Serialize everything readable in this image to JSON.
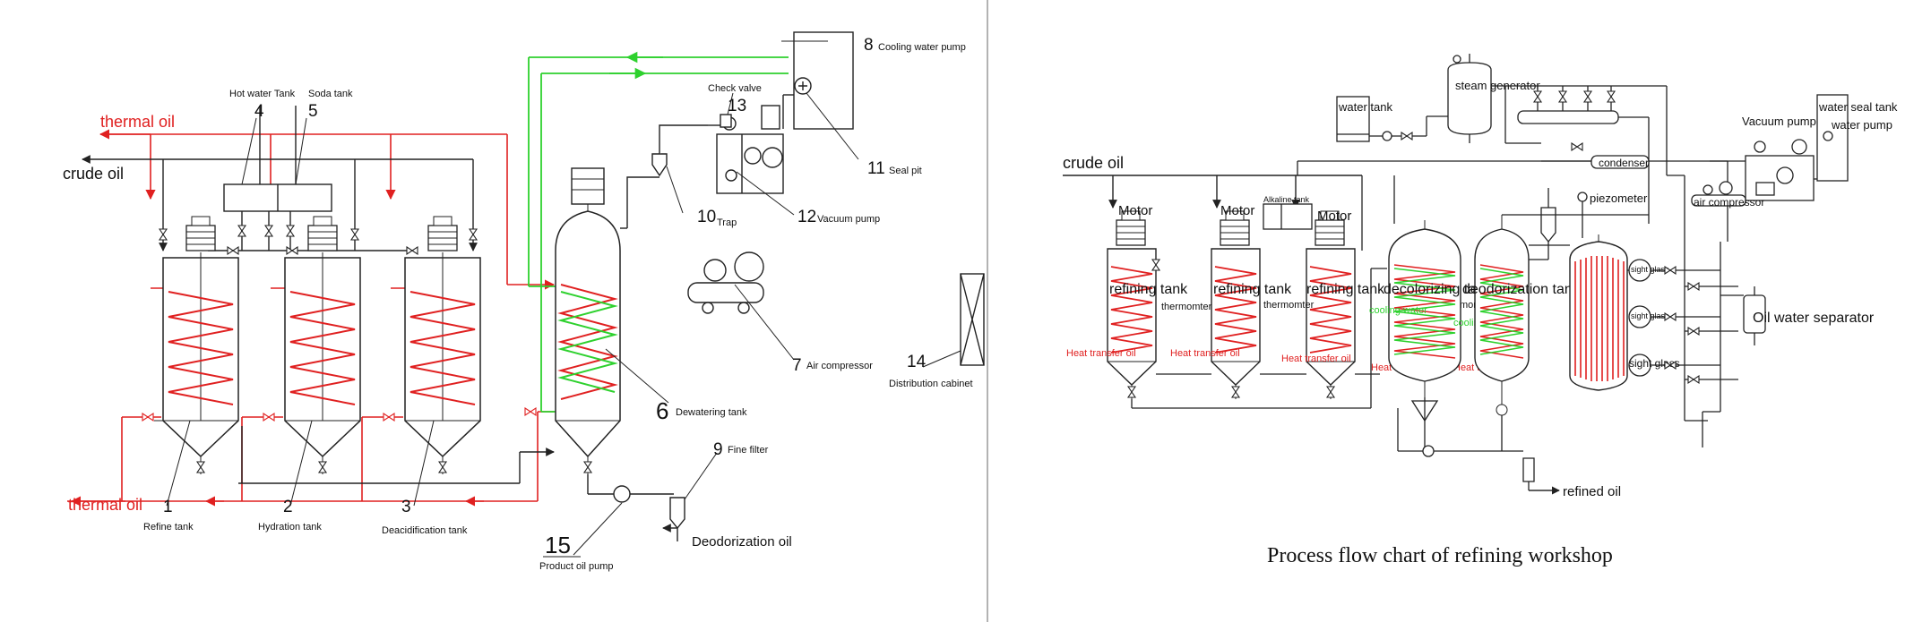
{
  "left_diagram": {
    "streams": {
      "thermal_oil_top": "thermal oil",
      "thermal_oil_bottom": "thermal oil",
      "crude_oil": "crude oil"
    },
    "equipment": {
      "refine_tank": {
        "num": "1",
        "label": "Refine tank"
      },
      "hydration_tank": {
        "num": "2",
        "label": "Hydration tank"
      },
      "deacidification_tank": {
        "num": "3",
        "label": "Deacidification tank"
      },
      "hot_water_tank": {
        "num": "4",
        "label": "Hot water Tank"
      },
      "soda_tank": {
        "num": "5",
        "label": "Soda tank"
      },
      "dewatering_tank": {
        "num": "6",
        "label": "Dewatering tank"
      },
      "air_compressor": {
        "num": "7",
        "label": "Air compressor"
      },
      "cooling_water_pump": {
        "num": "8",
        "label": "Cooling water pump"
      },
      "fine_filter": {
        "num": "9",
        "label": "Fine filter"
      },
      "trap": {
        "num": "10",
        "label": "Trap"
      },
      "seal_pit": {
        "num": "11",
        "label": "Seal pit"
      },
      "vacuum_pump": {
        "num": "12",
        "label": "Vacuum pump"
      },
      "check_valve": {
        "num": "13",
        "label": "Check valve"
      },
      "distribution_cabinet": {
        "num": "14",
        "label": "Distribution cabinet"
      },
      "product_oil_pump": {
        "num": "15",
        "label": "Product oil pump"
      }
    },
    "outlet": "Deodorization oil"
  },
  "right_diagram": {
    "crude_oil": "crude oil",
    "water_tank": "water tank",
    "steam_generator": "steam generator",
    "vacuum_pump": "Vacuum pump",
    "water_seal_tank": "water seal tank",
    "water_pump": "water pump",
    "condenser": "condenser",
    "air_compressor": "air compressor",
    "piezometer": "piezometer",
    "oil_water_separator": "Oil water separator",
    "motor": "Motor",
    "alkaline_tank": "Alkaline tank",
    "refining_tank": "refining tank",
    "thermometer_a": "thermomter",
    "thermometer_b": "thermomter",
    "thermometer_c": "thermomter",
    "decolorizing_tank": "decolorizing tank",
    "deodorization_tank": "deodorization tank",
    "cooling_water": "cooling water",
    "heat_transfer_oil": "Heat transfer oil",
    "sight_glass": "sight glass",
    "refined_oil": "refined oil"
  },
  "caption": "Process flow chart of refining workshop",
  "colors": {
    "line": "#222222",
    "thermal_oil": "#e02020",
    "cooling_water": "#2ed12e",
    "panel_border": "#9a9a9a"
  }
}
